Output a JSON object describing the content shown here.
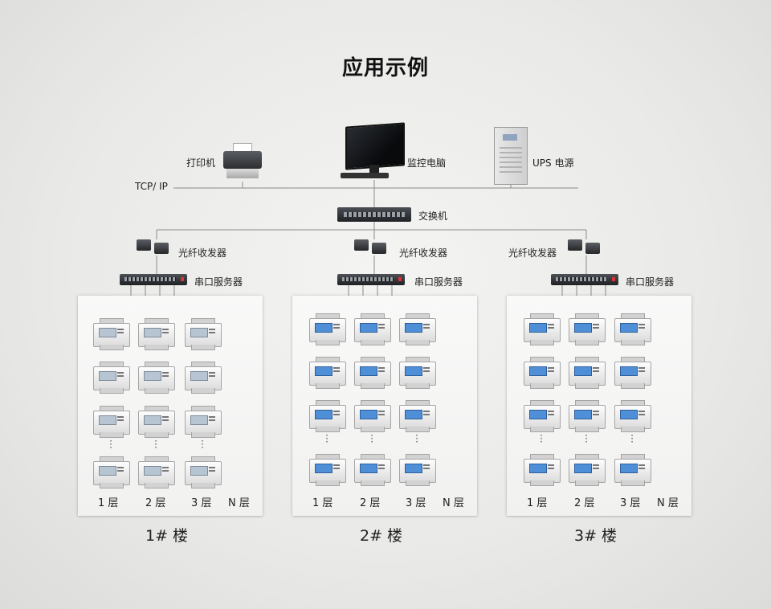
{
  "title": "应用示例",
  "network": {
    "printer": "打印机",
    "monitor_pc": "监控电脑",
    "ups": "UPS 电源",
    "bus": "TCP/ IP",
    "switch": "交换机"
  },
  "buildings": [
    {
      "name": "1# 楼",
      "fiber": "光纤收发器",
      "serial": "串口服务器",
      "floors": [
        "1 层",
        "2 层",
        "3 层",
        "N 层"
      ]
    },
    {
      "name": "2# 楼",
      "fiber": "光纤收发器",
      "serial": "串口服务器",
      "floors": [
        "1 层",
        "2 层",
        "3 层",
        "N 层"
      ]
    },
    {
      "name": "3# 楼",
      "fiber": "光纤收发器",
      "serial": "串口服务器",
      "floors": [
        "1 层",
        "2 层",
        "3 层",
        "N 层"
      ]
    }
  ]
}
